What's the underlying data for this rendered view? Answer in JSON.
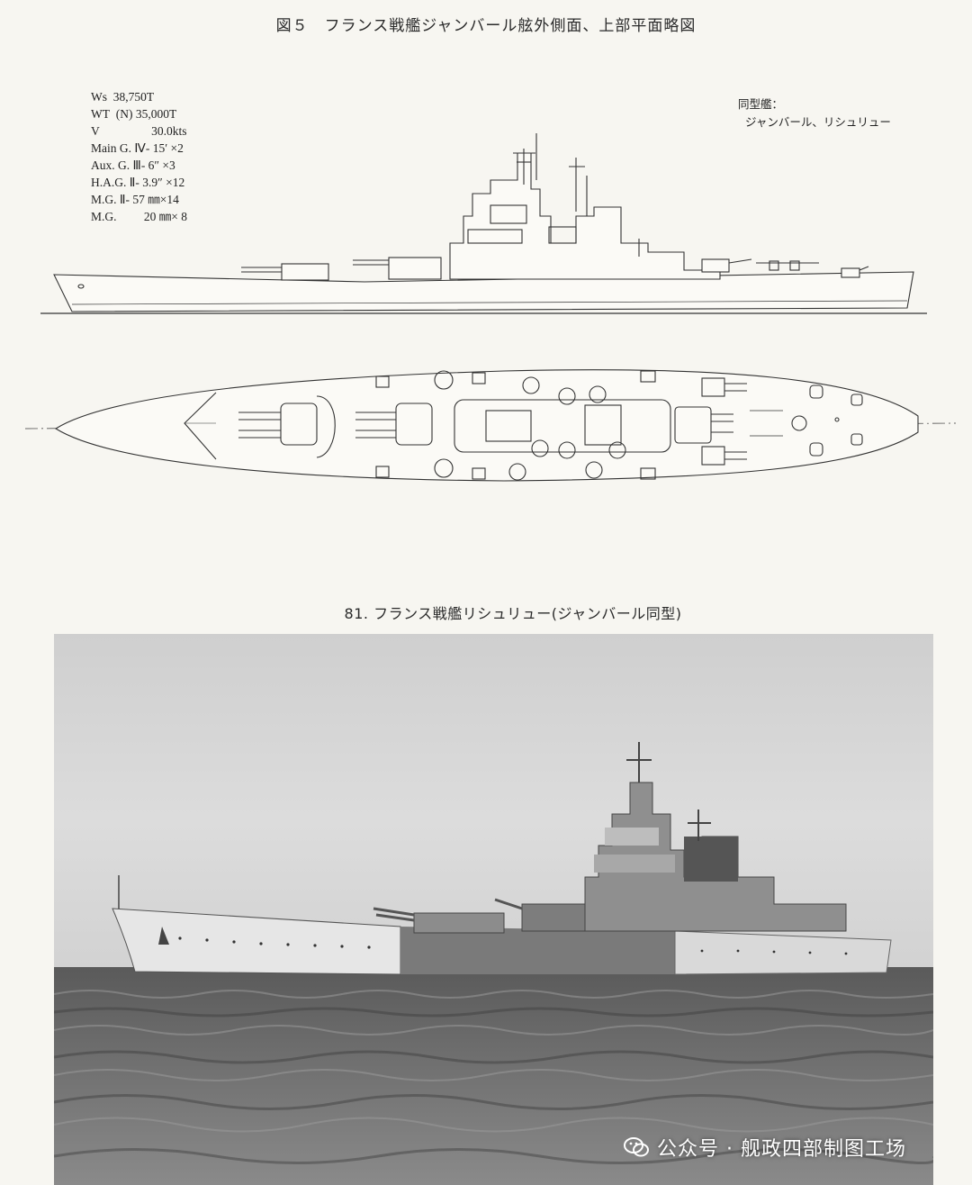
{
  "figure": {
    "title": "図５　フランス戦艦ジャンバール舷外側面、上部平面略図"
  },
  "specs": [
    {
      "label": "Ws",
      "value": "  38,750T"
    },
    {
      "label": "WT",
      "value": "  (N) 35,000T"
    },
    {
      "label": "V",
      "value": "                 30.0kts"
    },
    {
      "label": "Main G. Ⅳ",
      "value": "- 15′ ×2"
    },
    {
      "label": "Aux. G. Ⅲ",
      "value": "- 6″ ×3"
    },
    {
      "label": "H.A.G. Ⅱ",
      "value": "- 3.9″ ×12"
    },
    {
      "label": "M.G. Ⅱ",
      "value": "- 57 ㎜×14"
    },
    {
      "label": "M.G.",
      "value": "         20 ㎜× 8"
    }
  ],
  "sister_ships": {
    "label": "同型艦：",
    "names": "ジャンバール、リシュリュー"
  },
  "photo": {
    "caption": "81. フランス戦艦リシュリュー(ジャンバール同型)"
  },
  "watermark": {
    "text": "公众号 · 舰政四部制图工场",
    "icon": "wechat-icon"
  }
}
